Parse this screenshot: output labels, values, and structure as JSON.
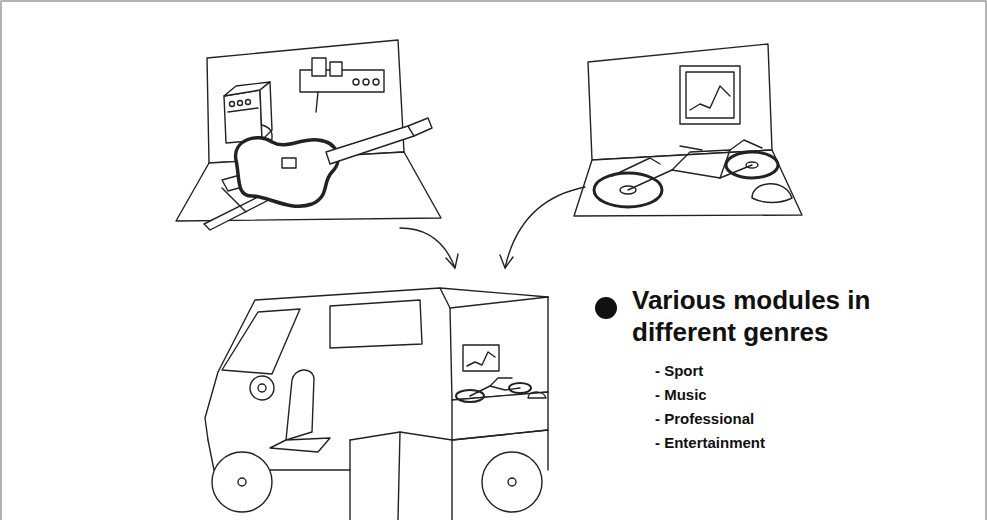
{
  "diagram": {
    "title": "Various modules in different genres",
    "labels": [
      "- Sport",
      "- Music",
      "- Professional",
      "- Entertainment"
    ]
  }
}
